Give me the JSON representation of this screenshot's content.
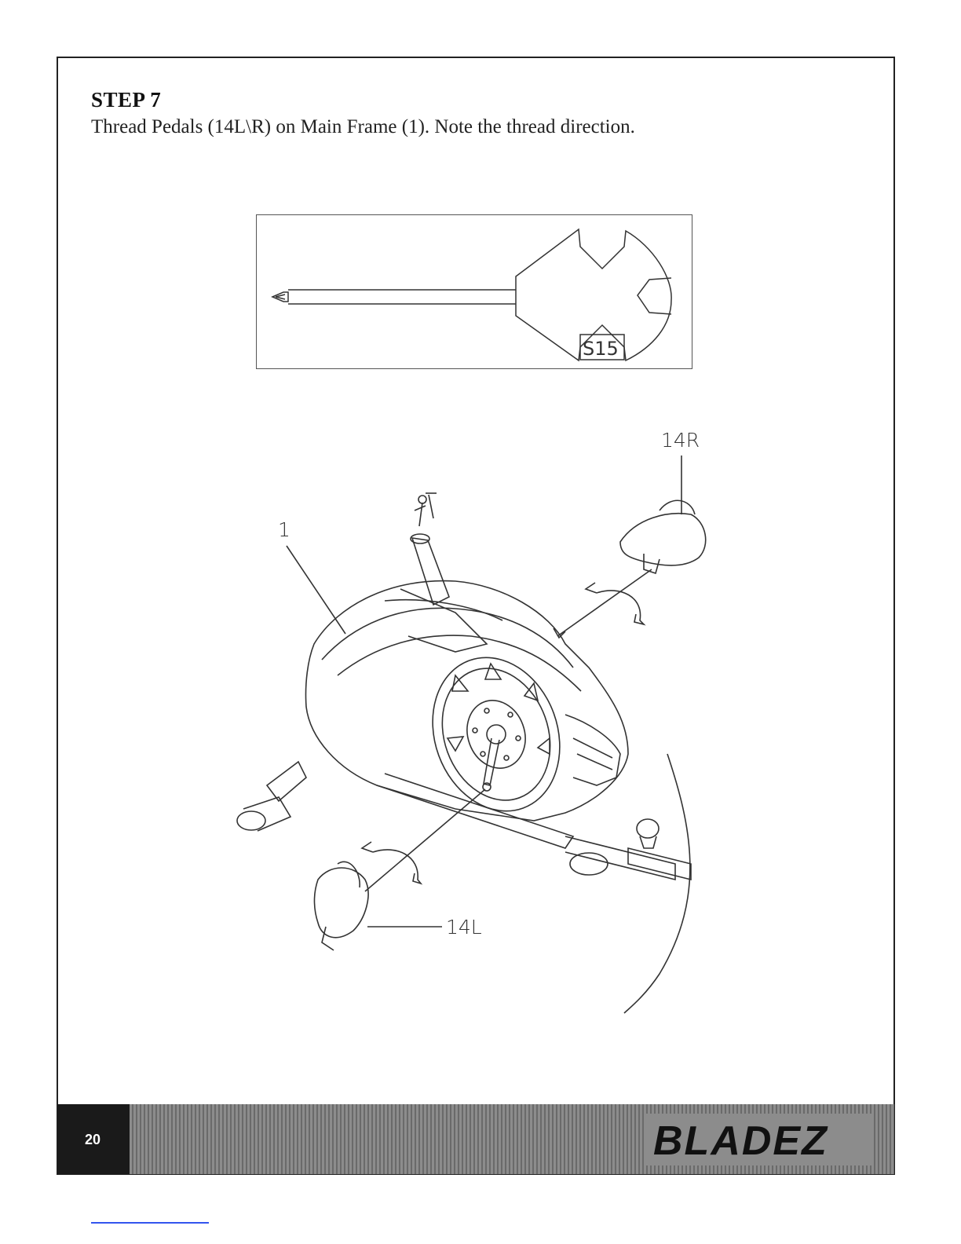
{
  "step": {
    "title": "STEP 7",
    "instruction": "Thread Pedals (14L\\R) on Main Frame (1). Note the thread direction."
  },
  "tool": {
    "label": "S15",
    "icon": "wrench-screwdriver-icon"
  },
  "callouts": {
    "main_frame": "1",
    "right_pedal": "14R",
    "left_pedal": "14L"
  },
  "footer": {
    "page_number": "20",
    "brand": "BLADEZ"
  }
}
